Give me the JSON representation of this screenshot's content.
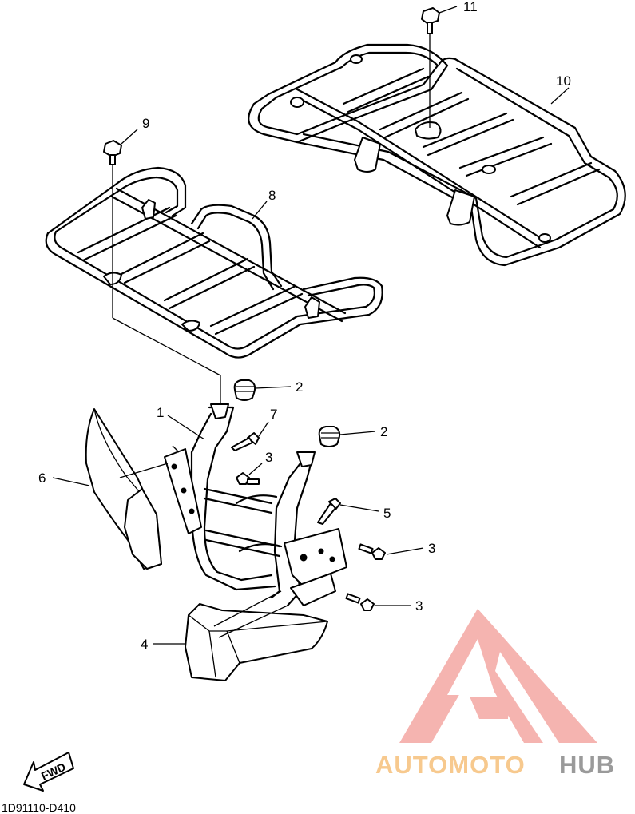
{
  "diagram": {
    "callouts": {
      "c1": "1",
      "c2a": "2",
      "c2b": "2",
      "c3a": "3",
      "c3b": "3",
      "c3c": "3",
      "c4": "4",
      "c5": "5",
      "c6": "6",
      "c7": "7",
      "c8": "8",
      "c9": "9",
      "c10": "10",
      "c11": "11"
    },
    "fwd_label": "FWD",
    "diagram_code": "1D91110-D410"
  },
  "watermark": {
    "logo_part1": "AUTOMOTO",
    "logo_part2": "HUB",
    "color_red": "#f4a7a3",
    "color_orange": "#f7c98e",
    "color_gray": "#9a9a9a"
  }
}
